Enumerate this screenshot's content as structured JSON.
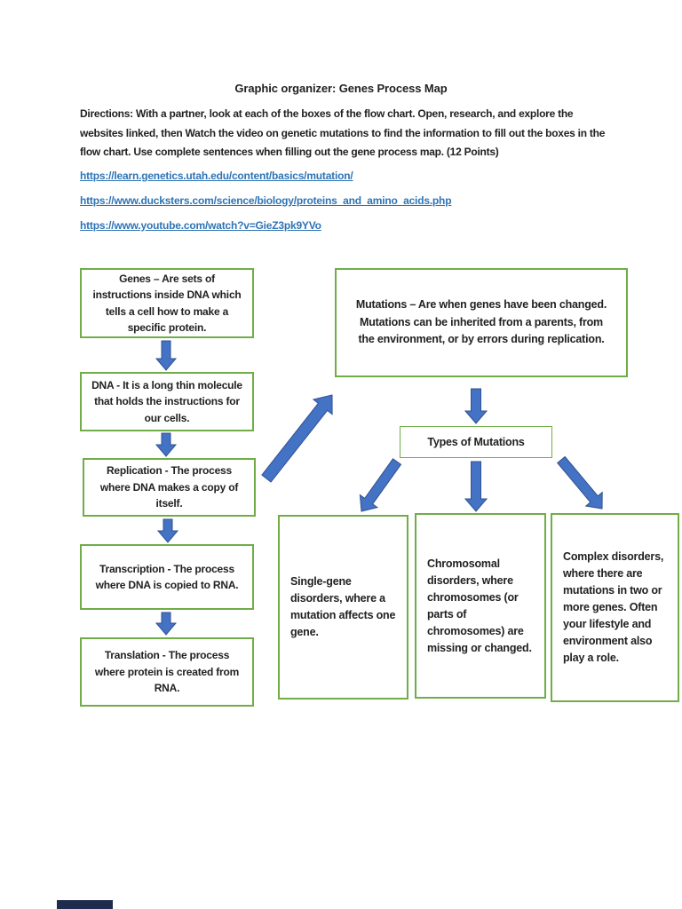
{
  "page": {
    "title": "Graphic organizer: Genes Process Map",
    "directions": "Directions: With a partner, look at each of the boxes of the flow chart. Open, research, and explore the websites linked, then Watch the video on genetic mutations to find the information to fill out the boxes in the flow chart. Use complete sentences when filling out the gene process map. (12 Points)",
    "links": [
      {
        "label": "https://learn.genetics.utah.edu/content/basics/mutation/"
      },
      {
        "label": "https://www.ducksters.com/science/biology/proteins_and_amino_acids.php"
      },
      {
        "label": "https://www.youtube.com/watch?v=GieZ3pk9YVo"
      }
    ]
  },
  "flowchart": {
    "genes_box": "Genes – Are sets of instructions inside DNA which tells a cell how to make a specific protein.",
    "dna_box": "DNA - It is a long thin molecule that holds the instructions for our cells.",
    "replication_box": "Replication -  The process where DNA makes a copy of itself.",
    "transcription_box": "Transcription -  The process where DNA is copied to RNA.",
    "translation_box": "Translation -  The process where protein is created from RNA.",
    "mutations_box": "Mutations – Are when genes have been changed. Mutations can be inherited from a parents, from the environment, or by errors during replication.",
    "types_box": "Types of Mutations",
    "single_gene_box": "Single-gene disorders, where a mutation affects one gene.",
    "chromosomal_box": "Chromosomal disorders, where chromosomes (or parts of chromosomes) are missing or changed.",
    "complex_box": "Complex disorders, where there are mutations in two or more genes. Often your lifestyle and environment also play a role."
  },
  "colors": {
    "box_border_green": "#70ad47",
    "arrow_fill": "#4472c4",
    "arrow_outline": "#2f528f",
    "link_blue": "#2e74b5",
    "text": "#212121",
    "progress_bar_navy": "#1f2b4d"
  }
}
